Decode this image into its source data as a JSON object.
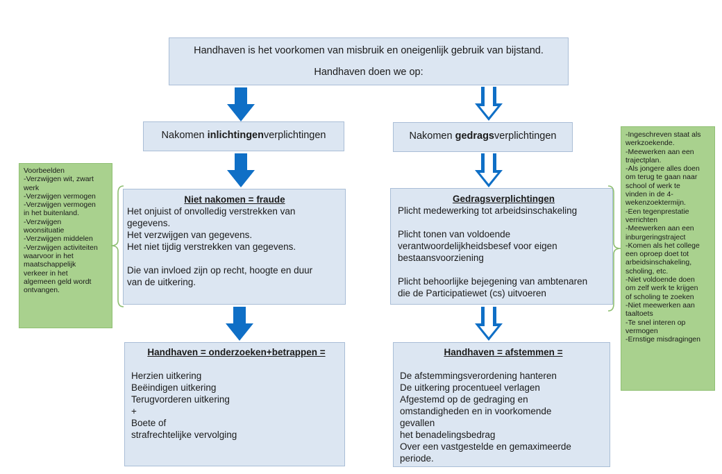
{
  "top": {
    "line1": "Handhaven is het voorkomen van misbruik en oneigenlijk gebruik van bijstand.",
    "line2": "Handhaven doen we op:"
  },
  "left": {
    "title_pre": "Nakomen ",
    "title_bold": "inlichtingen",
    "title_post": "verplichtingen",
    "mid_header": "Niet nakomen = fraude",
    "mid_lines": [
      "Het onjuist of onvolledig verstrekken van",
      "gegevens.",
      "Het verzwijgen van gegevens.",
      "Het niet tijdig verstrekken van gegevens.",
      "",
      "Die van invloed zijn op recht, hoogte en duur",
      "van de uitkering."
    ],
    "bottom_header": "Handhaven = onderzoeken+betrappen =",
    "bottom_lines": [
      "Herzien uitkering",
      "Beëindigen uitkering",
      "Terugvorderen uitkering",
      "+",
      "Boete of",
      "strafrechtelijke vervolging"
    ],
    "examples": [
      "Voorbeelden",
      "-Verzwijgen wit, zwart",
      "werk",
      "-Verzwijgen vermogen",
      "-Verzwijgen vermogen",
      "in het buitenland.",
      "-Verzwijgen",
      "woonsituatie",
      "-Verzwijgen middelen",
      "-Verzwijgen activiteiten",
      "waarvoor in het",
      "maatschappelijk",
      "verkeer in het",
      "algemeen geld wordt",
      "ontvangen."
    ]
  },
  "right": {
    "title_pre": "Nakomen ",
    "title_bold": "gedrags",
    "title_post": "verplichtingen",
    "mid_header": "Gedragsverplichtingen",
    "mid_lines": [
      "Plicht medewerking tot arbeidsinschakeling",
      "",
      "Plicht tonen van voldoende",
      "verantwoordelijkheidsbesef voor eigen",
      "bestaansvoorziening",
      "",
      "Plicht behoorlijke bejegening van ambtenaren",
      "die de Participatiewet (cs) uitvoeren"
    ],
    "bottom_header": "Handhaven = afstemmen =",
    "bottom_lines": [
      "De afstemmingsverordening hanteren",
      "De uitkering procentueel verlagen",
      "Afgestemd op de gedraging en",
      "omstandigheden en in voorkomende",
      "gevallen",
      "het benadelingsbedrag",
      "Over een vastgestelde en gemaximeerde",
      "periode."
    ],
    "examples": [
      "-Ingeschreven staat als",
      "werkzoekende.",
      "-Meewerken aan een",
      "trajectplan.",
      "-Als jongere alles doen",
      "om terug te gaan naar",
      "school of werk te",
      "vinden in de 4-",
      "wekenzoektermijn.",
      "-Een tegenprestatie",
      "verrichten",
      "-Meewerken aan een",
      "inburgeringstraject",
      "-Komen als het college",
      "een oproep doet tot",
      "arbeidsinschakeling,",
      "scholing, etc.",
      "-Niet voldoende doen",
      "om zelf werk te krijgen",
      "of scholing te zoeken",
      "-Niet meewerken aan",
      "taaltoets",
      "-Te snel interen op",
      "vermogen",
      "-Ernstige misdragingen"
    ]
  },
  "colors": {
    "box_fill": "#dce6f2",
    "box_border": "#a9bdd6",
    "arrow_blue": "#0f6fc6",
    "green_fill": "#a9d18e"
  }
}
